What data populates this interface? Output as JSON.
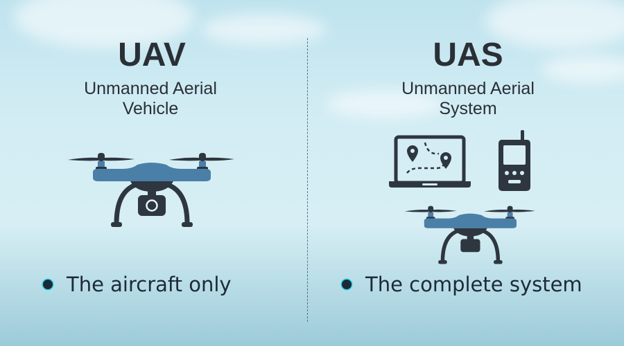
{
  "left": {
    "abbr": "UAV",
    "full_line1": "Unmanned Aerial",
    "full_line2": "Vehicle",
    "bullet": "The aircraft only",
    "icons": [
      "drone-icon"
    ]
  },
  "right": {
    "abbr": "UAS",
    "full_line1": "Unmanned Aerial",
    "full_line2": "System",
    "bullet": "The complete system",
    "icons": [
      "laptop-map-icon",
      "remote-controller-icon",
      "drone-icon"
    ]
  },
  "colors": {
    "drone_body": "#4a7fa8",
    "dark": "#2e3640",
    "text": "#2a2f36",
    "bullet_glow": "#2ad2e6",
    "sky_top": "#bfe3ee",
    "sky_bottom": "#9ccbd8"
  }
}
